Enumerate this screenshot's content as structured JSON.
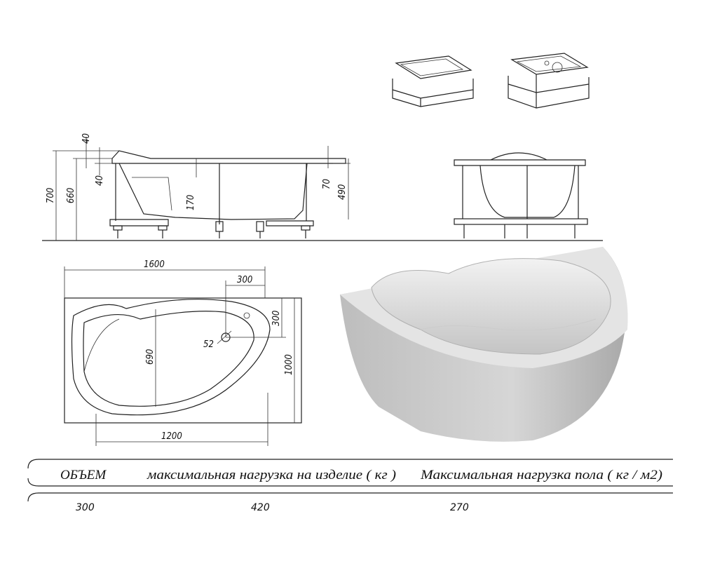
{
  "side_view": {
    "dims": [
      "40",
      "40",
      "700",
      "660",
      "170",
      "70",
      "490"
    ]
  },
  "plan_view": {
    "dims": [
      "1600",
      "300",
      "300",
      "52",
      "690",
      "1000",
      "1200"
    ]
  },
  "table": {
    "headers": [
      "ОБЪЕМ",
      "максимальная нагрузка на изделие ( кг )",
      "Максимальная нагрузка пола ( кг / м2)"
    ],
    "values": [
      "300",
      "420",
      "270"
    ]
  }
}
